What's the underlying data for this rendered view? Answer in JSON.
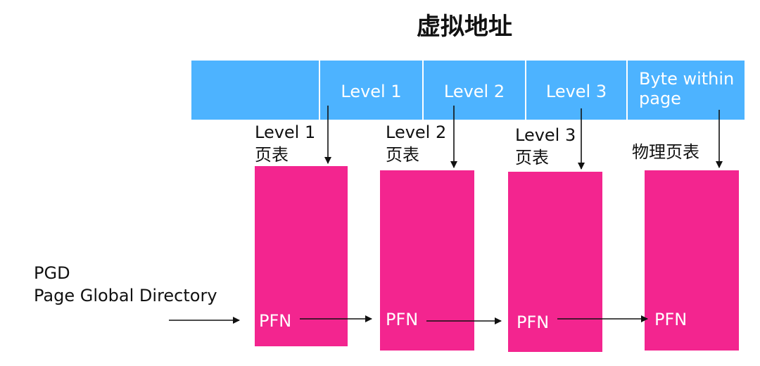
{
  "title": "虚拟地址",
  "colors": {
    "address_bar": "#4DB3FF",
    "page_table": "#F3258F",
    "arrow": "#111111",
    "divider": "#FFFFFF"
  },
  "virtual_address": {
    "segments": [
      {
        "label": ""
      },
      {
        "label": "Level 1"
      },
      {
        "label": "Level 2"
      },
      {
        "label": "Level 3"
      },
      {
        "label": "Byte within page"
      }
    ]
  },
  "tables": [
    {
      "label_line1": "Level 1",
      "label_line2": "页表",
      "entry": "PFN"
    },
    {
      "label_line1": "Level 2",
      "label_line2": "页表",
      "entry": "PFN"
    },
    {
      "label_line1": "Level 3",
      "label_line2": "页表",
      "entry": "PFN"
    },
    {
      "label_line1": "物理页表",
      "label_line2": "",
      "entry": "PFN"
    }
  ],
  "pgd": {
    "abbr": "PGD",
    "full_name": "Page Global Directory"
  }
}
